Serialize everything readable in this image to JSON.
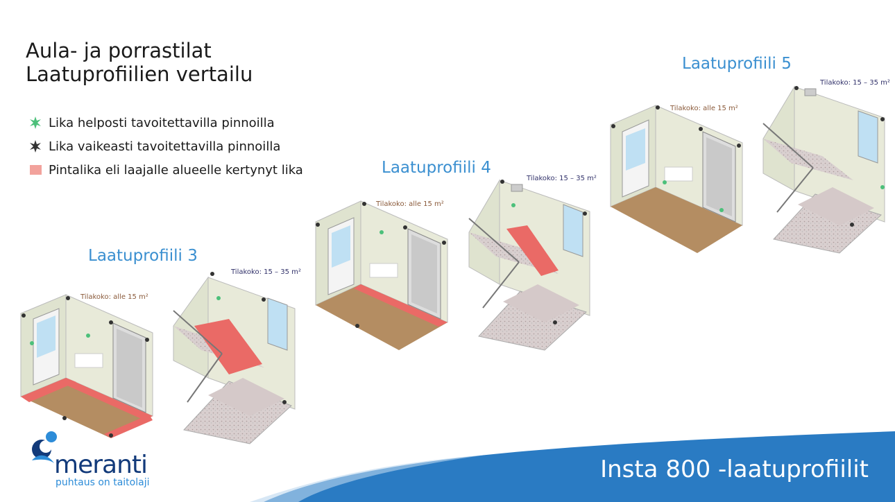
{
  "title": {
    "line1": "Aula- ja porrastilat",
    "line2": "Laatuprofiilien vertailu"
  },
  "legend": {
    "items": [
      {
        "label": "Lika helposti tavoitettavilla pinnoilla",
        "icon": "green-splat-icon",
        "color": "#4cc07a"
      },
      {
        "label": "Lika vaikeasti tavoitettavilla pinnoilla",
        "icon": "dark-splat-icon",
        "color": "#333333"
      },
      {
        "label": "Pintalika eli laajalle alueelle kertynyt lika",
        "icon": "red-swatch-icon",
        "color": "#f2a29c"
      }
    ]
  },
  "profiles": [
    {
      "name": "Laatuprofiili 3",
      "small_size": "Tilakoko: alle 15 m²",
      "large_size": "Tilakoko: 15 – 35 m²"
    },
    {
      "name": "Laatuprofiili 4",
      "small_size": "Tilakoko: alle 15 m²",
      "large_size": "Tilakoko: 15 – 35 m²"
    },
    {
      "name": "Laatuprofiili 5",
      "small_size": "Tilakoko: alle 15 m²",
      "large_size": "Tilakoko: 15 – 35 m²"
    }
  ],
  "footer": {
    "title": "Insta 800 -laatuprofiilit"
  },
  "logo": {
    "word": "meranti",
    "tagline": "puhtaus on taitolaji"
  },
  "colors": {
    "accent_blue": "#2f7fc8",
    "wall": "#e8ead9",
    "floor": "#c19a6b",
    "red_dirt": "#ea6a66"
  }
}
